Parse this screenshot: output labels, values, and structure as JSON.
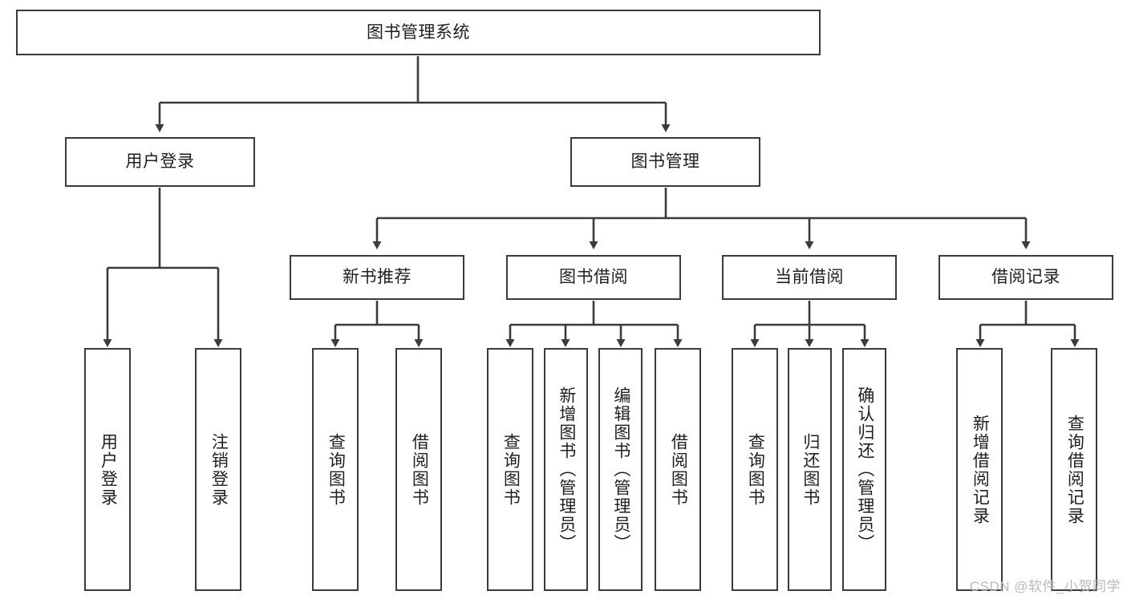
{
  "diagram": {
    "type": "tree-hierarchy",
    "title": "图书管理系统",
    "root": {
      "id": "root",
      "label": "图书管理系统"
    },
    "level1": [
      {
        "id": "user-login",
        "label": "用户登录"
      },
      {
        "id": "book-management",
        "label": "图书管理"
      }
    ],
    "level2": [
      {
        "id": "new-book-recommend",
        "label": "新书推荐",
        "parent": "book-management"
      },
      {
        "id": "book-borrow",
        "label": "图书借阅",
        "parent": "book-management"
      },
      {
        "id": "current-borrow",
        "label": "当前借阅",
        "parent": "book-management"
      },
      {
        "id": "borrow-record",
        "label": "借阅记录",
        "parent": "book-management"
      }
    ],
    "leaves": {
      "user_login": [
        {
          "id": "leaf-user-login",
          "label": "用户登录"
        },
        {
          "id": "leaf-user-logout",
          "label": "注销登录"
        }
      ],
      "new_book_recommend": [
        {
          "id": "leaf-query-book-1",
          "label": "查询图书"
        },
        {
          "id": "leaf-borrow-book-1",
          "label": "借阅图书"
        }
      ],
      "book_borrow": [
        {
          "id": "leaf-query-book-2",
          "label": "查询图书"
        },
        {
          "id": "leaf-add-book",
          "label": "新增图书（管理员）"
        },
        {
          "id": "leaf-edit-book",
          "label": "编辑图书（管理员）"
        },
        {
          "id": "leaf-borrow-book-2",
          "label": "借阅图书"
        }
      ],
      "current_borrow": [
        {
          "id": "leaf-query-book-3",
          "label": "查询图书"
        },
        {
          "id": "leaf-return-book",
          "label": "归还图书"
        },
        {
          "id": "leaf-confirm-return",
          "label": "确认归还（管理员）"
        }
      ],
      "borrow_record": [
        {
          "id": "leaf-add-record",
          "label": "新增借阅记录"
        },
        {
          "id": "leaf-query-record",
          "label": "查询借阅记录"
        }
      ]
    },
    "colors": {
      "stroke": "#3b3b3b",
      "fill": "#ffffff",
      "text": "#1f1f1f",
      "watermark": "#b9b9b9"
    }
  },
  "watermark": {
    "text": "CSDN @软件_小贺同学"
  }
}
